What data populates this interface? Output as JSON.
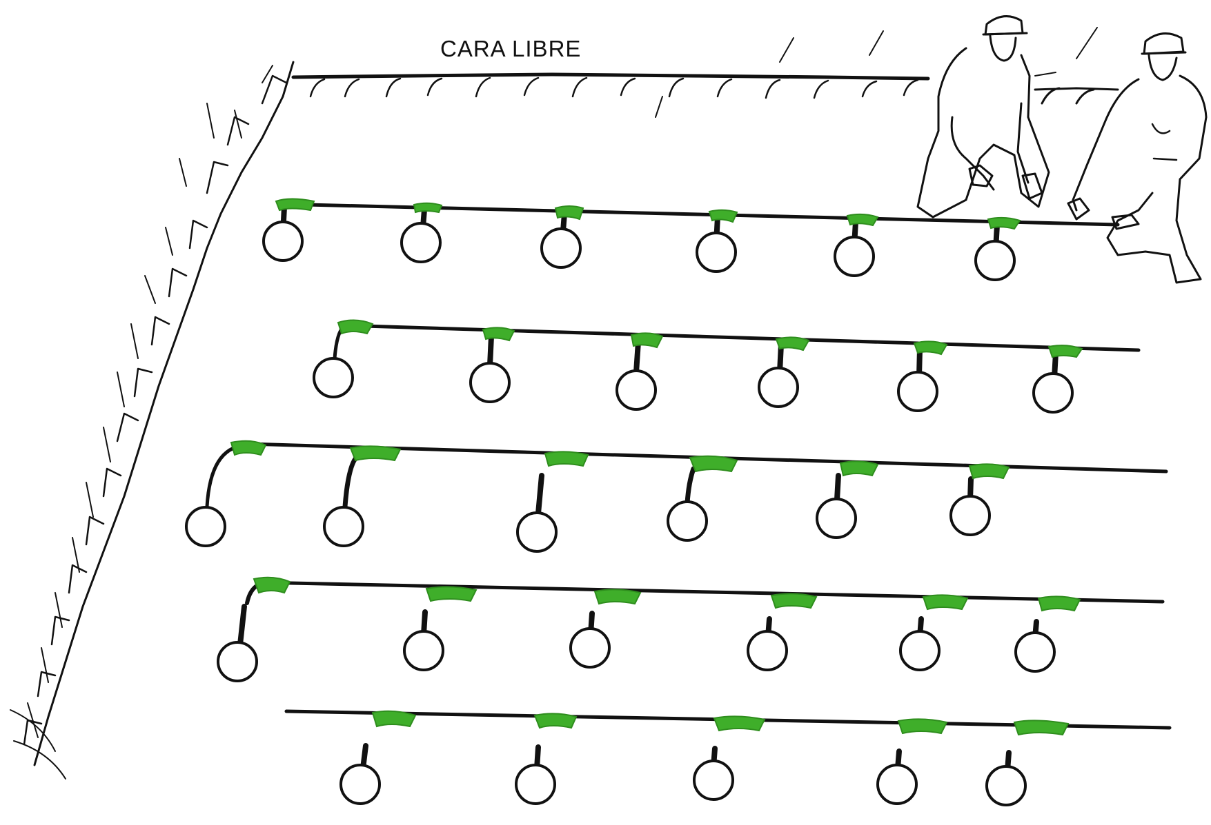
{
  "label": {
    "text": "CARA LIBRE"
  },
  "colors": {
    "ink": "#111111",
    "connector": "#3fae2a",
    "background": "#ffffff"
  },
  "figures": [
    {
      "name": "worker-kneeling-left",
      "helmet": true
    },
    {
      "name": "worker-kneeling-right",
      "helmet": true
    }
  ],
  "rows": [
    {
      "holes": 6
    },
    {
      "holes": 6
    },
    {
      "holes": 6
    },
    {
      "holes": 6
    },
    {
      "holes": 5
    }
  ]
}
